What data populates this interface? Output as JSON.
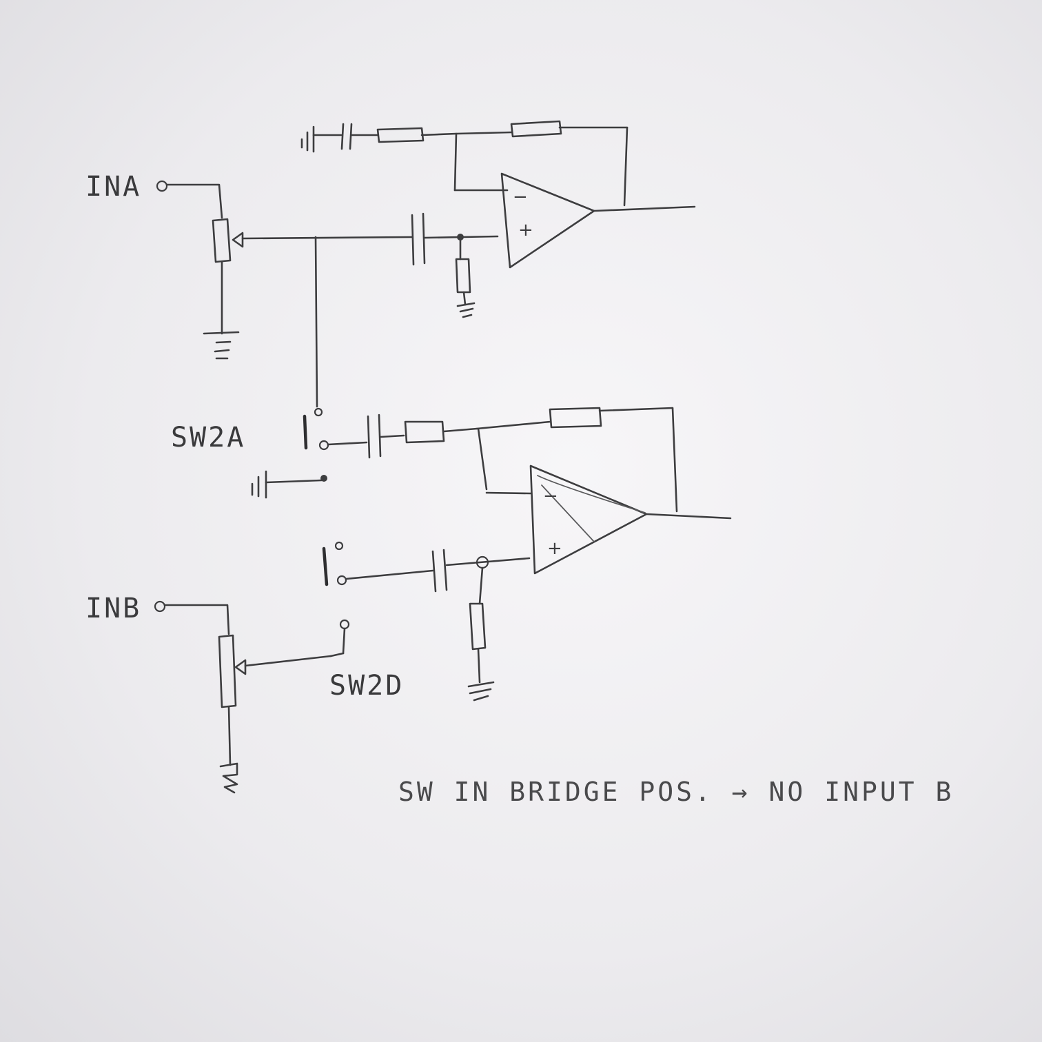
{
  "labels": {
    "input_a": "INA",
    "input_b": "INB",
    "switch_a": "SW2A",
    "switch_d": "SW2D"
  },
  "opamp_signs": {
    "minus": "−",
    "plus": "+"
  },
  "note": "SW IN BRIDGE POS. → NO INPUT B"
}
